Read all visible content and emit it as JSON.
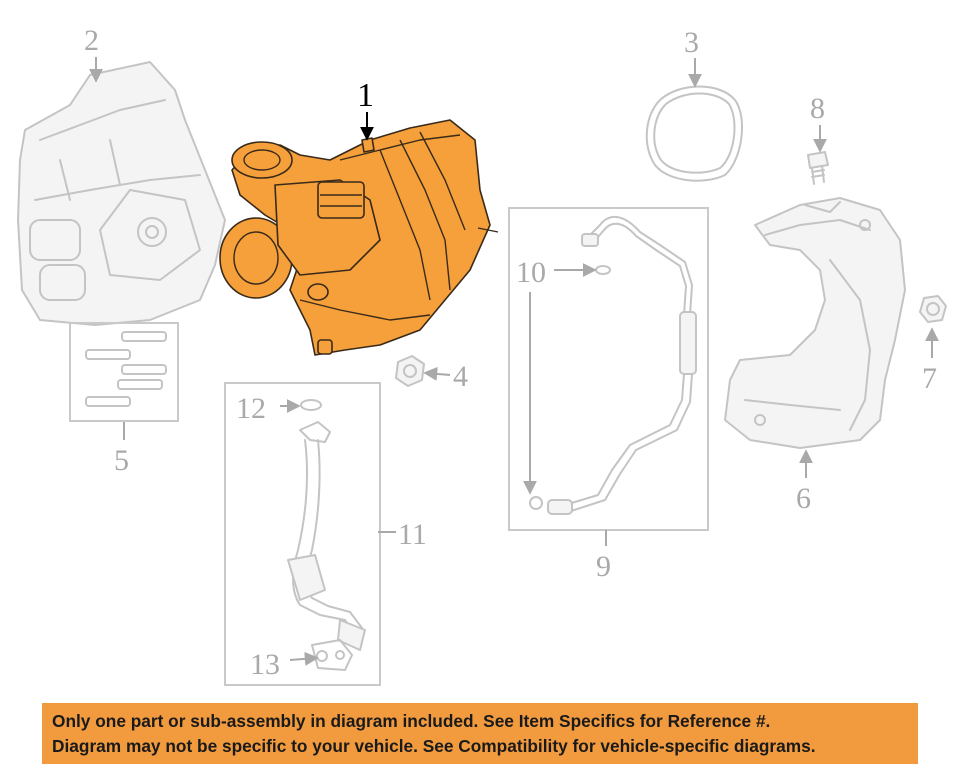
{
  "callouts": {
    "c1": "1",
    "c2": "2",
    "c3": "3",
    "c4": "4",
    "c5": "5",
    "c6": "6",
    "c7": "7",
    "c8": "8",
    "c9": "9",
    "c10": "10",
    "c11": "11",
    "c12": "12",
    "c13": "13"
  },
  "highlight_color": "#f5a03a",
  "banner": {
    "line1": "Only one part or sub-assembly in diagram included. See Item Specifics for Reference #.",
    "line2": "Diagram may not be specific to your vehicle. See Compatibility for vehicle-specific diagrams.",
    "background": "#f19a3e"
  }
}
